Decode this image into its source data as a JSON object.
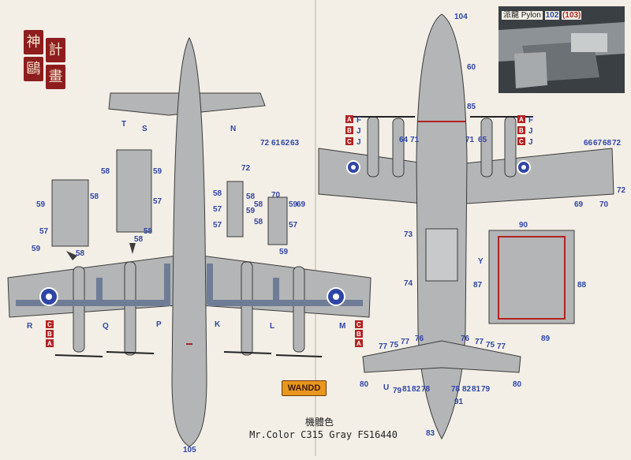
{
  "seal": {
    "chars": [
      "神",
      "計",
      "鷗",
      "畫"
    ]
  },
  "brand_logo": "WANDD",
  "paint": {
    "title": "機體色",
    "spec": "Mr.Color C315  Gray FS16440"
  },
  "photo": {
    "label": "派龍 Pylon",
    "part": "102",
    "part_alt": "(103)"
  },
  "option_codes": [
    "A",
    "B",
    "C"
  ],
  "option_suffix_left": [
    "F",
    "J",
    "J"
  ],
  "option_suffix_right": [
    "F",
    "J",
    "J"
  ],
  "top_view": {
    "tail_letters": [
      "T",
      "S",
      "N"
    ],
    "wing_letters": [
      "R",
      "Q",
      "P",
      "K",
      "L",
      "M"
    ],
    "option_letters": [
      "C",
      "B",
      "A"
    ],
    "nose_number": "105"
  },
  "bottom_view": {
    "nose": "104",
    "fwd_fuselage": "60",
    "mid_fuselage": "85",
    "wing_top_left": [
      "72",
      "61",
      "62",
      "63"
    ],
    "wing_left_side": "72",
    "nacelle_left": [
      "64",
      "71"
    ],
    "nacelle_right": [
      "71",
      "65"
    ],
    "wing_top_right": [
      "66",
      "67",
      "68",
      "72"
    ],
    "wing_right_side": "72",
    "under_left": [
      "70",
      "69"
    ],
    "under_right": [
      "69",
      "70"
    ],
    "bay": "73",
    "bay_side": "74",
    "bay_panel_top": "90",
    "bay_panel_left": "87",
    "bay_panel_right": "88",
    "bay_panel_bottom": "89",
    "bay_panel_y": "Y",
    "tail_left_upper": [
      "77",
      "75",
      "77",
      "76"
    ],
    "tail_right_upper": [
      "76",
      "77",
      "75",
      "77"
    ],
    "tail_left_lower": [
      "U",
      "79",
      "81",
      "82",
      "78"
    ],
    "tail_right_lower": [
      "78",
      "82",
      "81",
      "79"
    ],
    "tail_tip_left": "80",
    "tail_tip_right": "80",
    "tail_center": "91",
    "tail_end": "83"
  },
  "details": {
    "d1": [
      "59",
      "58",
      "57"
    ],
    "d2": [
      "58",
      "59",
      "57",
      "58"
    ],
    "d3": [
      "58",
      "57",
      "58",
      "59",
      "57"
    ],
    "d4": [
      "58",
      "59",
      "58",
      "57",
      "59"
    ],
    "d5": [
      "59",
      "58",
      "58"
    ],
    "d6": [
      "58",
      "58",
      "57",
      "59",
      "58"
    ]
  },
  "colors": {
    "paper": "#f3efe6",
    "airframe": "#b3b5b6",
    "outline": "#3b3b3b",
    "decal_blue": "#2f45a6",
    "decal_red": "#b22222",
    "walkway": "#6f7c96"
  }
}
